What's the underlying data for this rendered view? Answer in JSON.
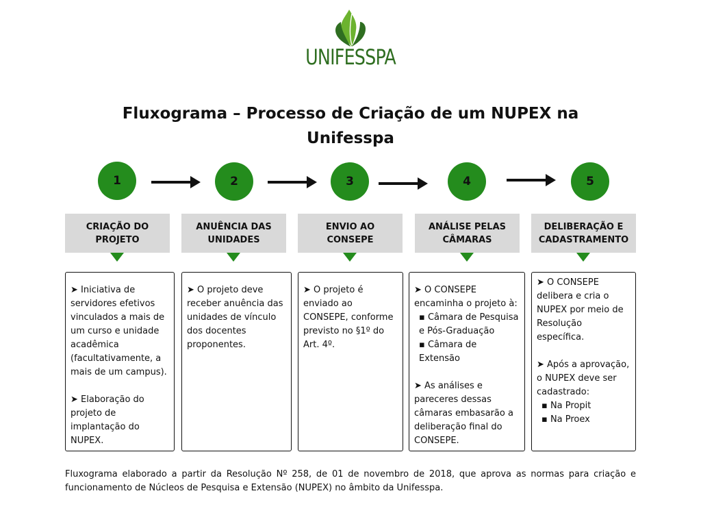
{
  "logo": {
    "text": "UNIFESSPA",
    "icon": "leaf-icon",
    "color": "#2f6e21"
  },
  "title": "Fluxograma – Processo de Criação de um NUPEX na Unifesspa",
  "accent_color": "#248c1d",
  "steps": [
    {
      "number": "1",
      "label": "CRIAÇÃO DO PROJETO",
      "lines": [
        "➤ Iniciativa de servidores efetivos vinculados a mais de um curso e unidade acadêmica (facultativamente, a mais de um campus).",
        "",
        "➤ Elaboração do projeto de implantação do NUPEX."
      ]
    },
    {
      "number": "2",
      "label": "ANUÊNCIA DAS UNIDADES",
      "lines": [
        "➤ O projeto deve receber anuência das unidades de vínculo dos docentes proponentes."
      ]
    },
    {
      "number": "3",
      "label": "ENVIO AO CONSEPE",
      "lines": [
        "➤ O projeto é enviado ao CONSEPE, conforme previsto no §1º do Art. 4º."
      ]
    },
    {
      "number": "4",
      "label": "ANÁLISE PELAS CÂMARAS",
      "lines": [
        "➤ O CONSEPE encaminha o projeto à:",
        "▪ Câmara de Pesquisa e Pós-Graduação",
        "▪ Câmara de Extensão",
        "",
        "➤ As análises e pareceres dessas câmaras embasarão a deliberação final do CONSEPE."
      ]
    },
    {
      "number": "5",
      "label": "DELIBERAÇÃO E CADASTRAMENTO",
      "lines": [
        "➤ O CONSEPE delibera e cria o NUPEX por meio de Resolução específica.",
        "",
        "➤ Após a aprovação, o NUPEX deve ser cadastrado:",
        "▪ Na Propit",
        "▪ Na Proex"
      ]
    }
  ],
  "footnote": "Fluxograma elaborado a partir da Resolução Nº 258, de 01 de novembro de 2018, que aprova as normas para criação e funcionamento de Núcleos de Pesquisa e Extensão (NUPEX) no âmbito da Unifesspa."
}
